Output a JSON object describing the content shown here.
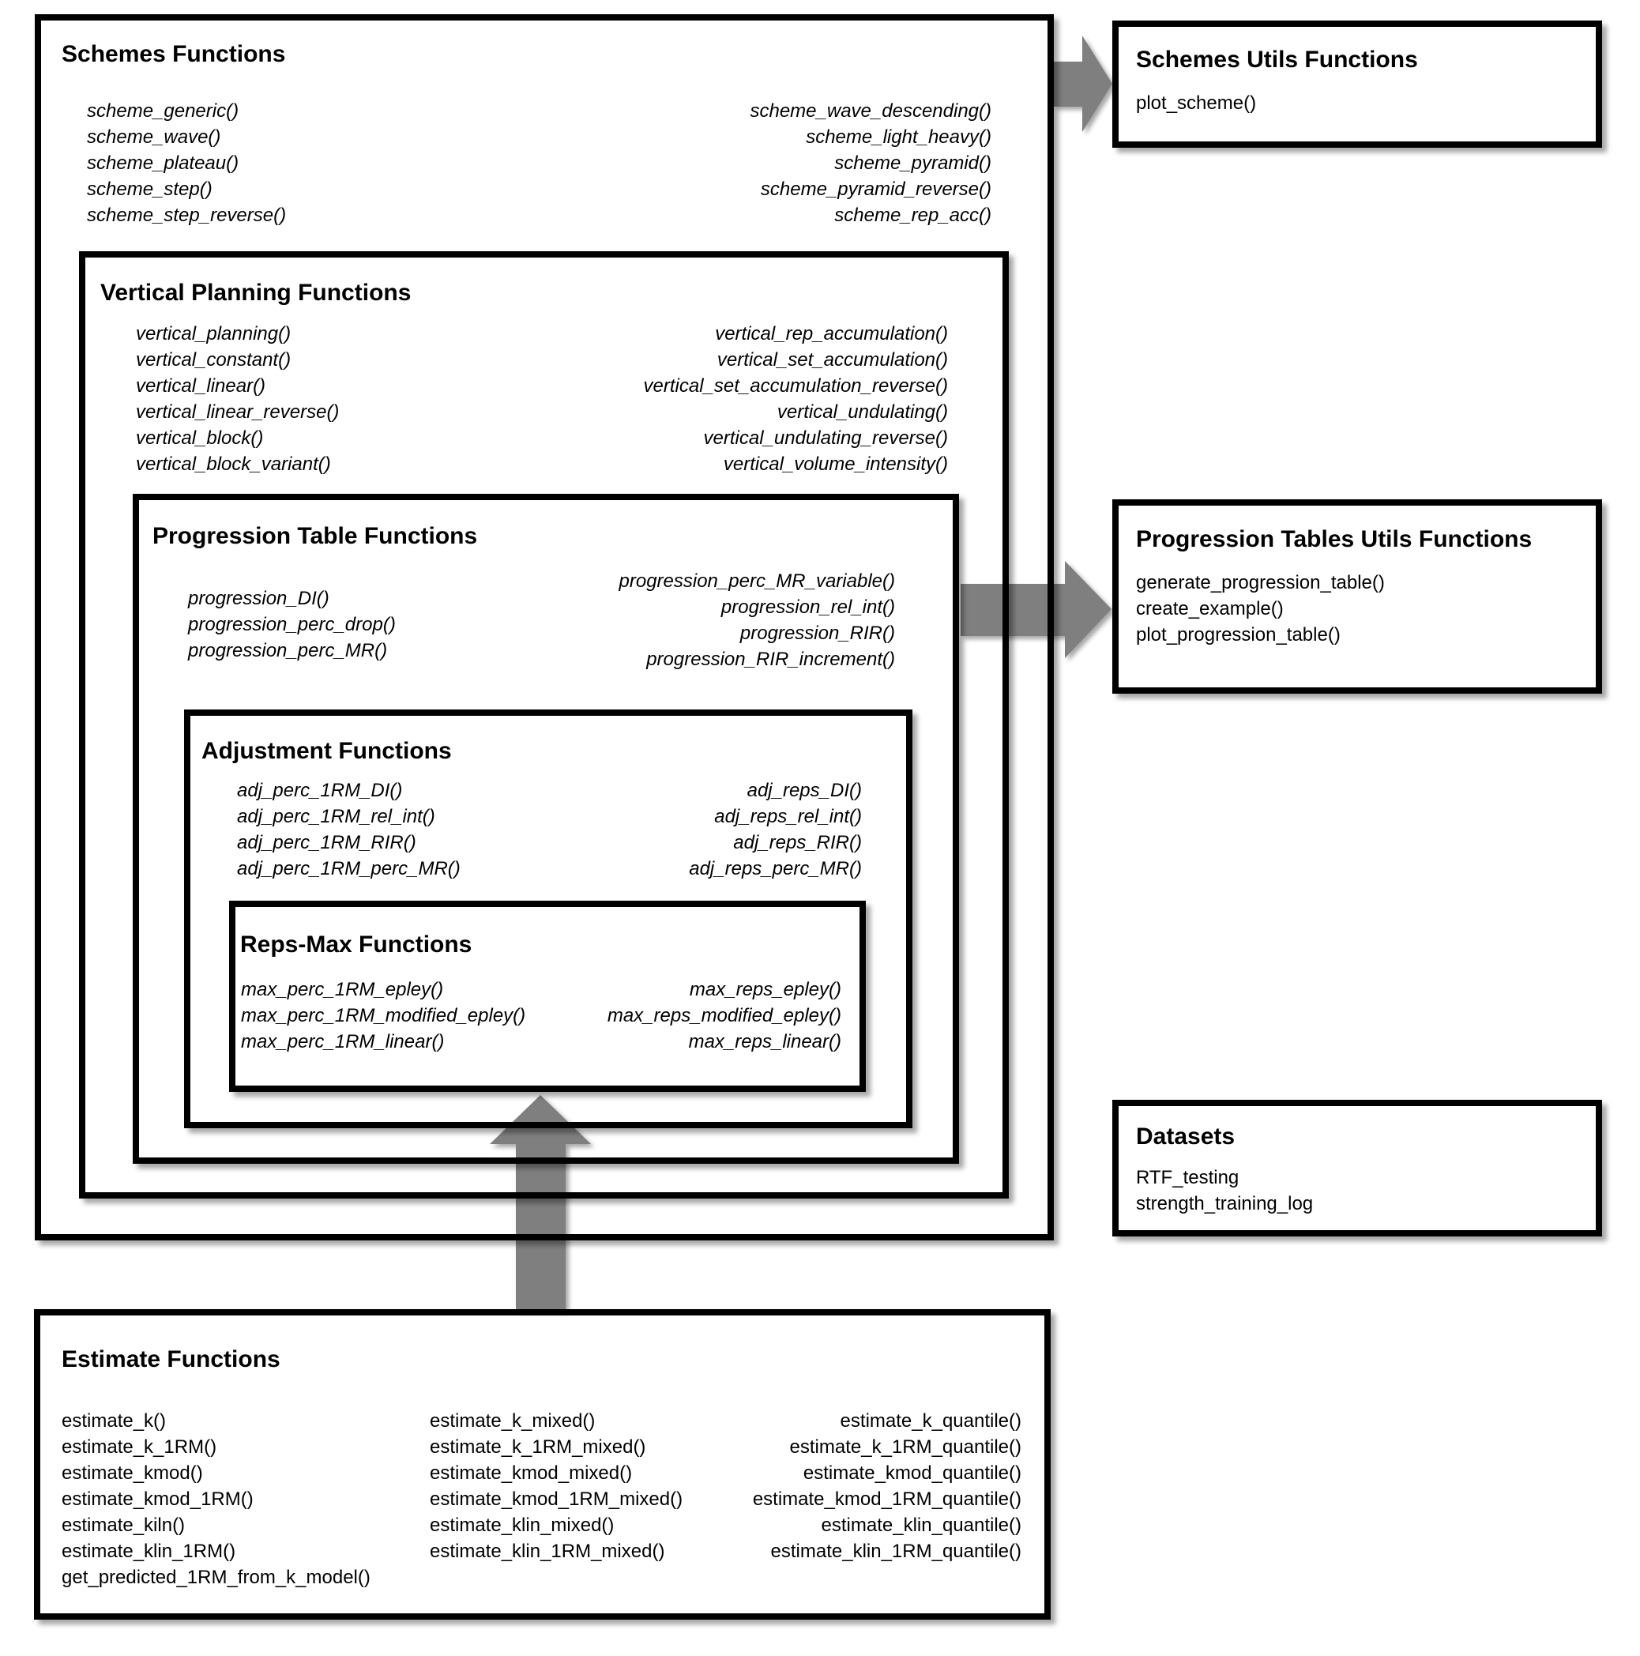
{
  "colors": {
    "background": "#ffffff",
    "border": "#000000",
    "arrow": "#7f7f7f",
    "text": "#000000"
  },
  "boxes": {
    "schemes": {
      "title": "Schemes Functions",
      "left": [
        "scheme_generic()",
        "scheme_wave()",
        "scheme_plateau()",
        "scheme_step()",
        "scheme_step_reverse()"
      ],
      "right": [
        "scheme_wave_descending()",
        "scheme_light_heavy()",
        "scheme_pyramid()",
        "scheme_pyramid_reverse()",
        "scheme_rep_acc()"
      ]
    },
    "vertical": {
      "title": "Vertical Planning Functions",
      "left": [
        "vertical_planning()",
        "vertical_constant()",
        "vertical_linear()",
        "vertical_linear_reverse()",
        "vertical_block()",
        "vertical_block_variant()"
      ],
      "right": [
        "vertical_rep_accumulation()",
        "vertical_set_accumulation()",
        "vertical_set_accumulation_reverse()",
        "vertical_undulating()",
        "vertical_undulating_reverse()",
        "vertical_volume_intensity()"
      ]
    },
    "progression": {
      "title": "Progression Table Functions",
      "left": [
        "progression_DI()",
        "progression_perc_drop()",
        "progression_perc_MR()"
      ],
      "right": [
        "progression_perc_MR_variable()",
        "progression_rel_int()",
        "progression_RIR()",
        "progression_RIR_increment()"
      ]
    },
    "adjustment": {
      "title": "Adjustment Functions",
      "left": [
        "adj_perc_1RM_DI()",
        "adj_perc_1RM_rel_int()",
        "adj_perc_1RM_RIR()",
        "adj_perc_1RM_perc_MR()"
      ],
      "right": [
        "adj_reps_DI()",
        "adj_reps_rel_int()",
        "adj_reps_RIR()",
        "adj_reps_perc_MR()"
      ]
    },
    "repsmax": {
      "title": "Reps-Max Functions",
      "left": [
        "max_perc_1RM_epley()",
        "max_perc_1RM_modified_epley()",
        "max_perc_1RM_linear()"
      ],
      "right": [
        "max_reps_epley()",
        "max_reps_modified_epley()",
        "max_reps_linear()"
      ]
    },
    "schemes_utils": {
      "title": "Schemes Utils Functions",
      "items": [
        "plot_scheme()"
      ]
    },
    "progression_utils": {
      "title": "Progression Tables Utils Functions",
      "items": [
        "generate_progression_table()",
        "create_example()",
        "plot_progression_table()"
      ]
    },
    "datasets": {
      "title": "Datasets",
      "items": [
        "RTF_testing",
        "strength_training_log"
      ]
    },
    "estimate": {
      "title": "Estimate Functions",
      "col1": [
        "estimate_k()",
        "estimate_k_1RM()",
        "estimate_kmod()",
        "estimate_kmod_1RM()",
        "estimate_kiln()",
        "estimate_klin_1RM()",
        "get_predicted_1RM_from_k_model()"
      ],
      "col2": [
        "estimate_k_mixed()",
        "estimate_k_1RM_mixed()",
        "estimate_kmod_mixed()",
        "estimate_kmod_1RM_mixed()",
        "estimate_klin_mixed()",
        "estimate_klin_1RM_mixed()"
      ],
      "col3": [
        "estimate_k_quantile()",
        "estimate_k_1RM_quantile()",
        "estimate_kmod_quantile()",
        "estimate_kmod_1RM_quantile()",
        "estimate_klin_quantile()",
        "estimate_klin_1RM_quantile()"
      ]
    }
  }
}
